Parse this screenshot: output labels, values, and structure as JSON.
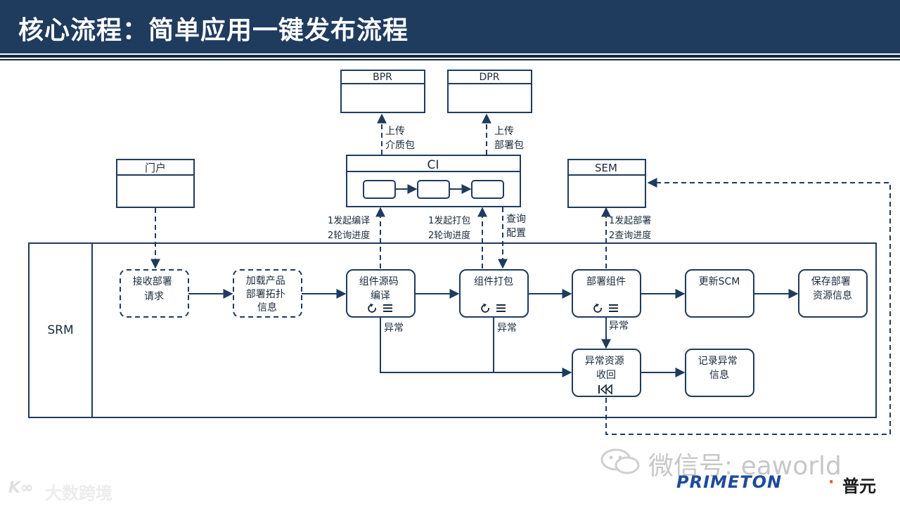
{
  "header": {
    "title": "核心流程：简单应用一键发布流程"
  },
  "diagram": {
    "external": {
      "bpr": "BPR",
      "dpr": "DPR",
      "portal": "门户",
      "ci": "CI",
      "sem": "SEM"
    },
    "lane_label": "SRM",
    "steps": {
      "receive": [
        "接收部署",
        "请求"
      ],
      "load": [
        "加载产品",
        "部署拓扑",
        "信息"
      ],
      "compile": [
        "组件源码",
        "编译"
      ],
      "package": "组件打包",
      "deploy": "部署组件",
      "update_scm": "更新SCM",
      "save_info": [
        "保存部署",
        "资源信息"
      ],
      "recover": [
        "异常资源",
        "收回"
      ],
      "log_error": [
        "记录异常",
        "信息"
      ]
    },
    "edge_labels": {
      "upload_media": [
        "上传",
        "介质包"
      ],
      "upload_deploy": [
        "上传",
        "部署包"
      ],
      "compile_cmd": [
        "1发起编译",
        "2轮询进度"
      ],
      "package_cmd": [
        "1发起打包",
        "2轮询进度"
      ],
      "query_config": [
        "查询",
        "配置"
      ],
      "deploy_cmd": [
        "1发起部署",
        "2查询进度"
      ],
      "exception": "异常"
    },
    "icons": {
      "loop": "refresh-icon",
      "menu": "list-icon",
      "rollback": "rewind-icon"
    },
    "colors": {
      "header_bg": "#1f3b5e",
      "line": "#1f3b5e"
    }
  },
  "watermarks": {
    "wechat": "微信号: eaworld",
    "brand_logo": "PRIMETON",
    "brand_dot": "·",
    "brand_cn": "普元",
    "corner": "大数跨境"
  }
}
